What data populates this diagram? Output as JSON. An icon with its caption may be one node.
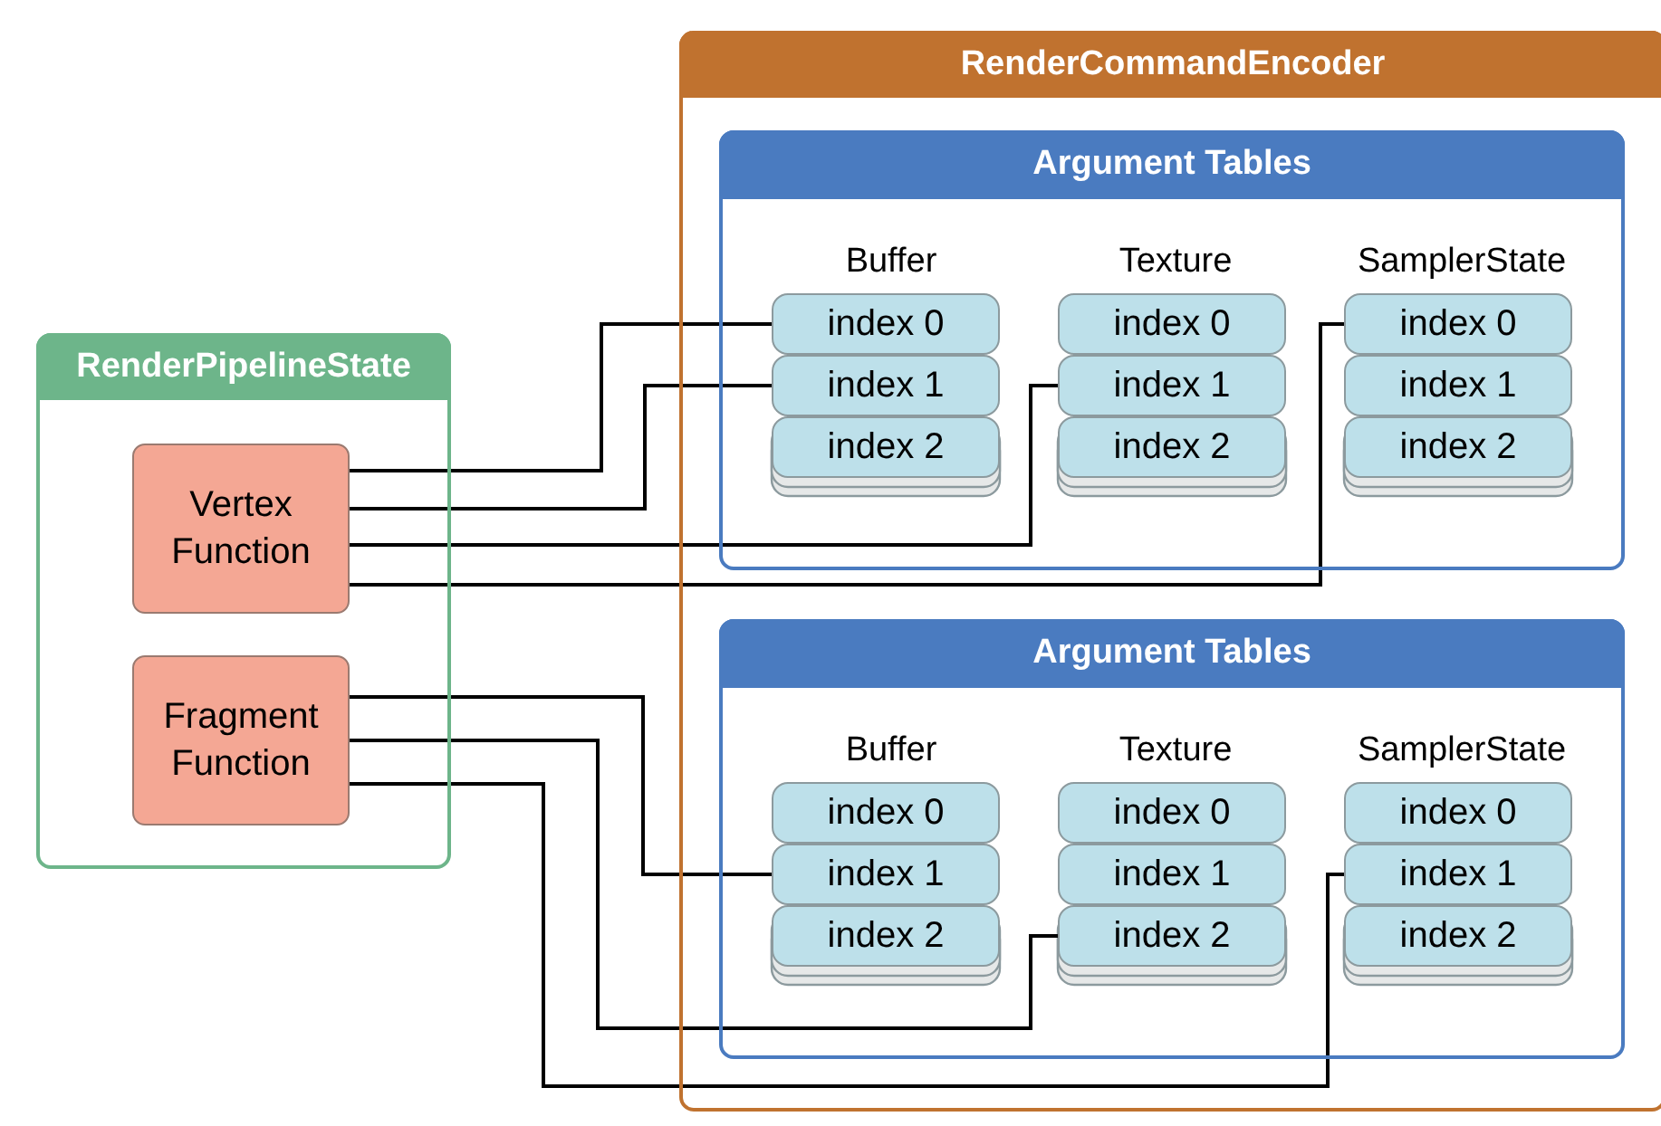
{
  "diagram": {
    "nodes": [
      {
        "text": [
          "RenderCommandEncoder"
        ]
      },
      {
        "text": [
          "Argument Tables",
          "Buffer",
          "Texture",
          "SamplerState"
        ],
        "in": 0
      },
      {
        "text": [
          "index 0"
        ],
        "in": 1
      },
      {
        "text": [
          "index 1"
        ],
        "in": 1
      },
      {
        "text": [
          "index 2"
        ],
        "in": 1
      },
      {
        "text": [
          "index 0"
        ],
        "in": 1
      },
      {
        "text": [
          "index 1"
        ],
        "in": 1
      },
      {
        "text": [
          "index 2"
        ],
        "in": 1
      },
      {
        "text": [
          "index 0"
        ],
        "in": 1
      },
      {
        "text": [
          "index 1"
        ],
        "in": 1
      },
      {
        "text": [
          "index 2"
        ],
        "in": 1
      },
      {
        "text": [
          "Argument Tables",
          "Buffer",
          "Texture",
          "SamplerState"
        ],
        "in": 0
      },
      {
        "text": [
          "index 0"
        ],
        "in": 11
      },
      {
        "text": [
          "index 1"
        ],
        "in": 11
      },
      {
        "text": [
          "index 2"
        ],
        "in": 11
      },
      {
        "text": [
          "index 0"
        ],
        "in": 11
      },
      {
        "text": [
          "index 1"
        ],
        "in": 11
      },
      {
        "text": [
          "index 2"
        ],
        "in": 11
      },
      {
        "text": [
          "index 0"
        ],
        "in": 11
      },
      {
        "text": [
          "index 1"
        ],
        "in": 11
      },
      {
        "text": [
          "index 2"
        ],
        "in": 11
      },
      {
        "text": [
          "RenderPipelineState"
        ]
      },
      {
        "text": [
          "Vertex Function"
        ],
        "in": 21
      },
      {
        "text": [
          "Fragment Function"
        ],
        "in": 21
      }
    ],
    "edges": [
      {
        "from": 22,
        "to": 2,
        "arrow": "none"
      },
      {
        "from": 22,
        "to": 3,
        "arrow": "none"
      },
      {
        "from": 22,
        "to": 6,
        "arrow": "none"
      },
      {
        "from": 22,
        "to": 8,
        "arrow": "none"
      },
      {
        "from": 23,
        "to": 13,
        "arrow": "none"
      },
      {
        "from": 23,
        "to": 17,
        "arrow": "none"
      },
      {
        "from": 23,
        "to": 19,
        "arrow": "none"
      }
    ]
  }
}
